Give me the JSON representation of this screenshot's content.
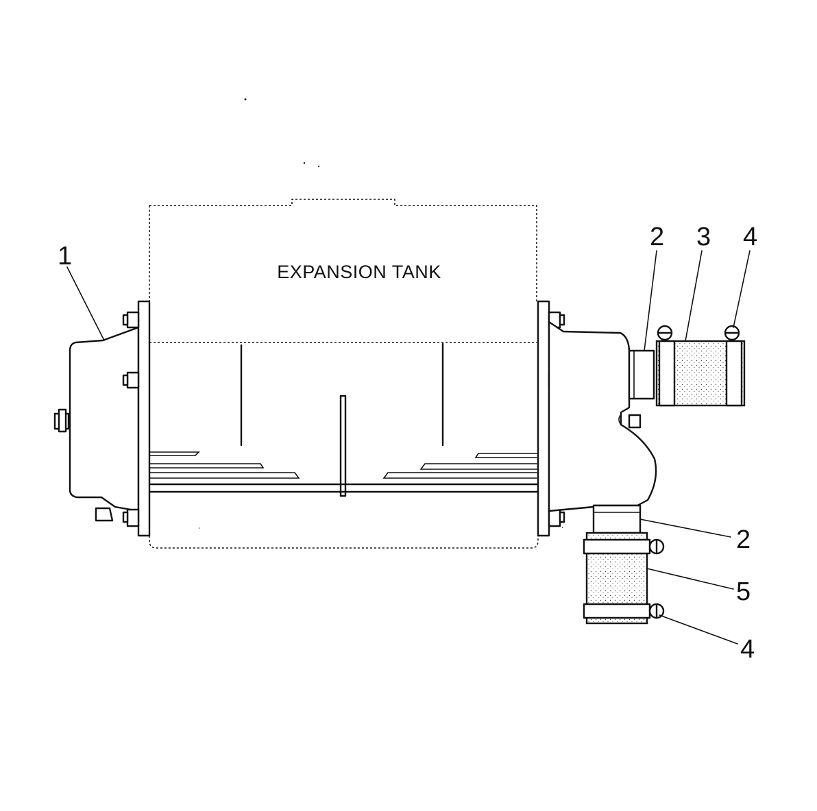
{
  "diagram": {
    "tank_label": "EXPANSION TANK",
    "callouts": {
      "c1": "1",
      "c2_top": "2",
      "c3": "3",
      "c4_top": "4",
      "c2_bottom": "2",
      "c5": "5",
      "c4_bottom": "4"
    }
  },
  "colors": {
    "line": "#111111",
    "background": "#ffffff"
  }
}
